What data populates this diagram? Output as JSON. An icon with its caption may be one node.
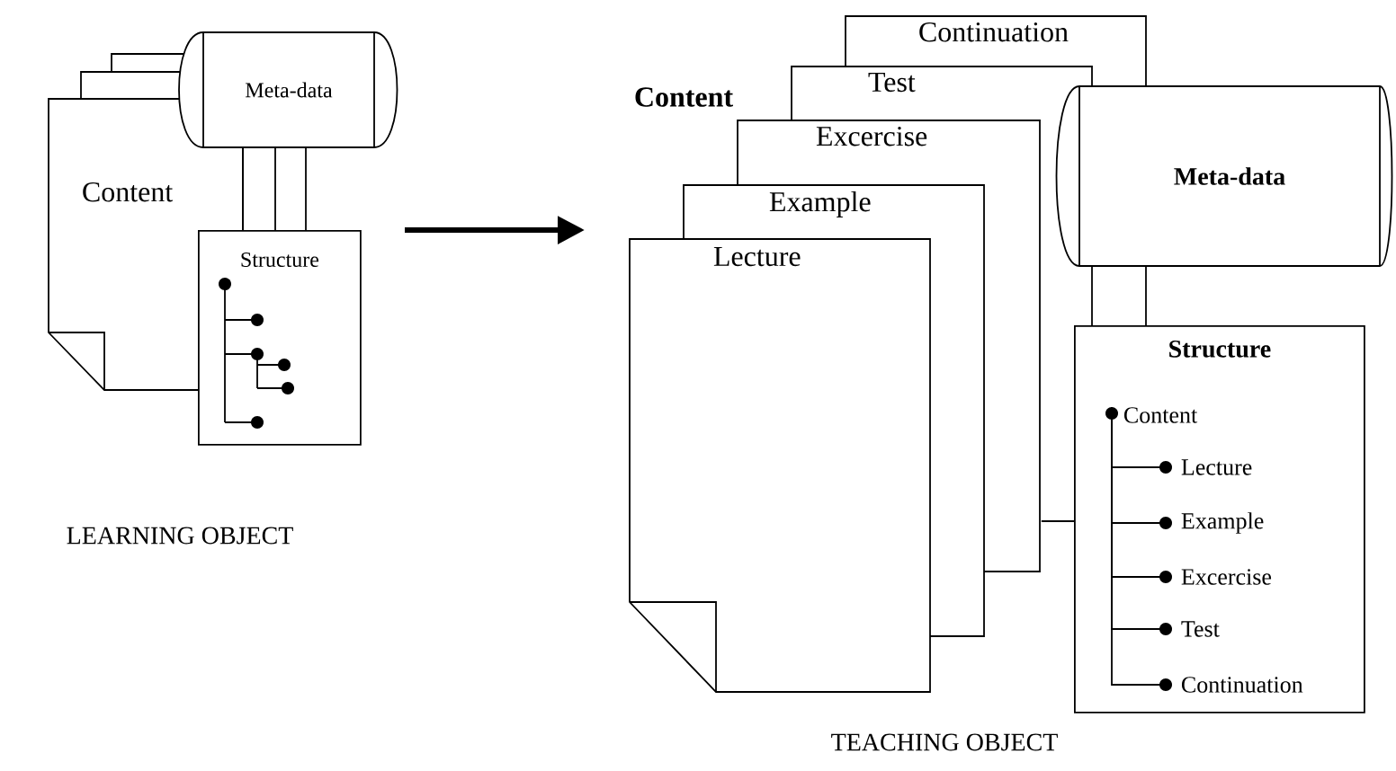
{
  "diagram": {
    "nodes": [
      {
        "text": [
          "Content"
        ]
      },
      {
        "text": [
          "Meta-data"
        ]
      },
      {
        "text": [
          "Structure"
        ]
      },
      {
        "text": [
          "Continuation"
        ]
      },
      {
        "text": [
          "Test"
        ]
      },
      {
        "text": [
          "Excercise"
        ]
      },
      {
        "text": [
          "Example"
        ]
      },
      {
        "text": [
          "Lecture"
        ]
      },
      {
        "text": [
          "Meta-data"
        ]
      },
      {
        "text": [
          "Structure"
        ]
      },
      {
        "text": [
          "Content"
        ],
        "in": 9
      },
      {
        "text": [
          "Lecture"
        ],
        "in": 9
      },
      {
        "text": [
          "Example"
        ],
        "in": 9
      },
      {
        "text": [
          "Excercise"
        ],
        "in": 9
      },
      {
        "text": [
          "Test"
        ],
        "in": 9
      },
      {
        "text": [
          "Continuation"
        ],
        "in": 9
      }
    ],
    "edges": [
      {
        "from": 1,
        "to": 2,
        "arrow": "none"
      },
      {
        "from": 1,
        "to": 2,
        "arrow": "none"
      },
      {
        "from": 1,
        "to": 2,
        "arrow": "none"
      },
      {
        "from": 8,
        "to": 9,
        "arrow": "none"
      },
      {
        "from": 8,
        "to": 9,
        "arrow": "none"
      },
      {
        "from": 5,
        "to": 9,
        "arrow": "none"
      },
      {
        "from": 10,
        "to": 11,
        "arrow": "other"
      },
      {
        "from": 10,
        "to": 12,
        "arrow": "other"
      },
      {
        "from": 10,
        "to": 13,
        "arrow": "other"
      },
      {
        "from": 10,
        "to": 14,
        "arrow": "other"
      },
      {
        "from": 10,
        "to": 15,
        "arrow": "other"
      }
    ],
    "labels": [
      "Content",
      "LEARNING OBJECT",
      "TEACHING OBJECT"
    ]
  }
}
